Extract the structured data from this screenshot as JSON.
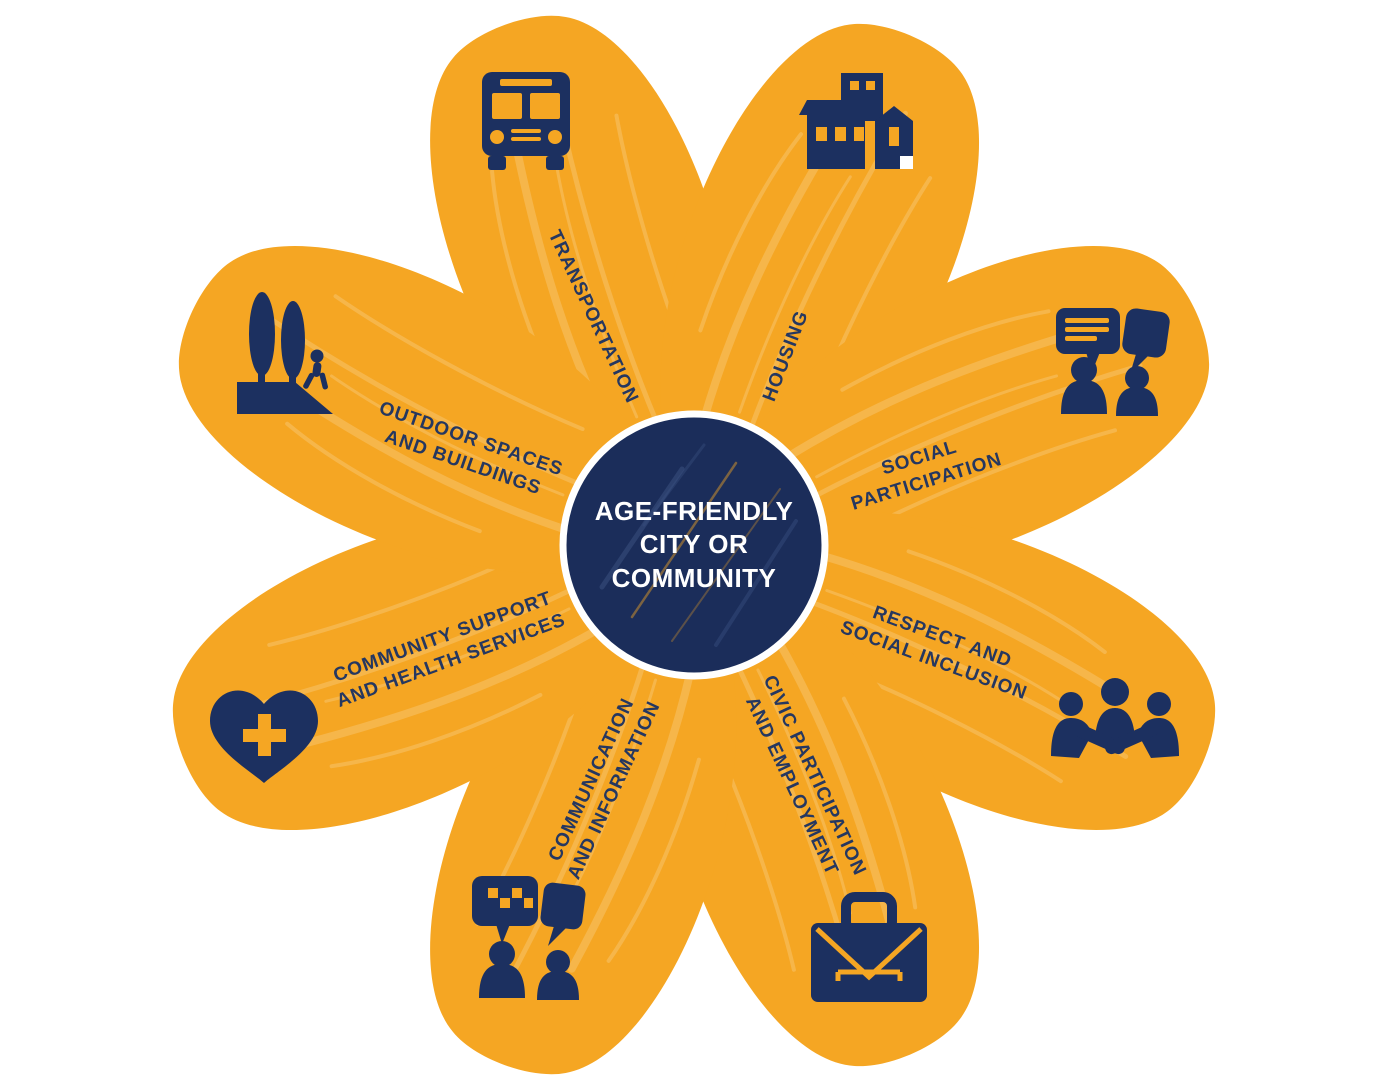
{
  "center": {
    "lines": [
      "AGE-FRIENDLY",
      "CITY OR",
      "COMMUNITY"
    ]
  },
  "petals": [
    {
      "id": "transportation",
      "label_lines": [
        "TRANSPORTATION"
      ],
      "icon": "bus-icon"
    },
    {
      "id": "housing",
      "label_lines": [
        "HOUSING"
      ],
      "icon": "buildings-icon"
    },
    {
      "id": "social-participation",
      "label_lines": [
        "SOCIAL",
        "PARTICIPATION"
      ],
      "icon": "people-talking-icon"
    },
    {
      "id": "respect-and-social-inclusion",
      "label_lines": [
        "RESPECT AND",
        "SOCIAL INCLUSION"
      ],
      "icon": "group-of-people-icon"
    },
    {
      "id": "civic-participation-and-employment",
      "label_lines": [
        "CIVIC PARTICIPATION",
        "AND EMPLOYMENT"
      ],
      "icon": "briefcase-icon"
    },
    {
      "id": "communication-and-information",
      "label_lines": [
        "COMMUNICATION",
        "AND INFORMATION"
      ],
      "icon": "chat-bubbles-pixels-icon"
    },
    {
      "id": "community-support-and-health-services",
      "label_lines": [
        "COMMUNITY SUPPORT",
        "AND HEALTH SERVICES"
      ],
      "icon": "heart-cross-icon"
    },
    {
      "id": "outdoor-spaces-and-buildings",
      "label_lines": [
        "OUTDOOR SPACES",
        "AND BUILDINGS"
      ],
      "icon": "trees-walker-icon"
    }
  ],
  "colors": {
    "petal_orange": "#F5A623",
    "navy": "#1C3060",
    "center_navy": "#1B2D5A",
    "label_navy": "#253760",
    "center_text": "#FFFFFF",
    "background": "#FFFFFF"
  }
}
